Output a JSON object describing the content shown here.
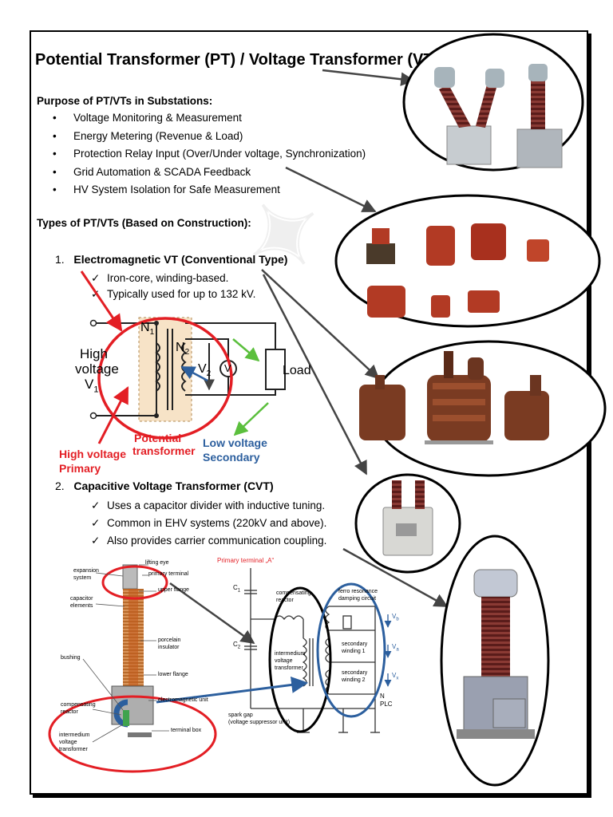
{
  "title": "Potential Transformer (PT) / Voltage Transformer (VT):",
  "purpose": {
    "heading": "Purpose of PT/VTs in Substations:",
    "items": [
      "Voltage Monitoring & Measurement",
      "Energy Metering (Revenue & Load)",
      "Protection Relay Input (Over/Under voltage, Synchronization)",
      "Grid Automation & SCADA Feedback",
      "HV System Isolation for Safe Measurement"
    ]
  },
  "types": {
    "heading": "Types of PT/VTs (Based on Construction):",
    "em": {
      "num": "1.",
      "title": "Electromagnetic VT (Conventional Type)",
      "points": [
        "Iron-core, winding-based.",
        "Typically used for up to 132 kV."
      ]
    },
    "cvt": {
      "num": "2.",
      "title": "Capacitive Voltage Transformer (CVT)",
      "points": [
        "Uses a capacitor divider with inductive tuning.",
        "Common in EHV systems (220kV and above).",
        "Also provides carrier communication coupling."
      ]
    }
  },
  "circuit": {
    "high": "High",
    "voltage": "voltage",
    "v1": "V",
    "v1_sub": "1",
    "n1": "N",
    "n1_sub": "1",
    "n2": "N",
    "n2_sub": "2",
    "v2": "V",
    "v2_sub": "2",
    "meter": "V",
    "load": "Load",
    "ann_primary_1": "High voltage",
    "ann_primary_2": "Primary",
    "ann_pt_1": "Potential",
    "ann_pt_2": "transformer",
    "ann_secondary_1": "Low voltage",
    "ann_secondary_2": "Secondary"
  },
  "cvt_diagram": {
    "lifting_eye": "lifting eye",
    "primary_terminal": "primary terminal",
    "expansion_1": "expansion",
    "expansion_2": "system",
    "capacitor_1": "capacitor",
    "capacitor_2": "elements",
    "upper_flange": "upper flange",
    "porcelain_1": "porcelain",
    "porcelain_2": "insulator",
    "bushing": "bushing",
    "lower_flange": "lower flange",
    "comp_1": "compensating",
    "comp_2": "reactor",
    "em_unit": "electromagnetic unit",
    "interm_1": "intermedium",
    "interm_2": "voltage",
    "interm_3": "transformer",
    "terminal_box": "terminal box"
  },
  "schematic": {
    "primary": "Primary terminal „A“",
    "c1": "C",
    "c1_sub": "1",
    "c2": "C",
    "c2_sub": "2",
    "comp_1": "compensating",
    "comp_2": "reactor",
    "ferro_1": "ferro resonance",
    "ferro_2": "damping circuit",
    "interm_1": "intermedium",
    "interm_2": "voltage",
    "interm_3": "transformer",
    "sec1_1": "secondary",
    "sec1_2": "winding 1",
    "sec2_1": "secondary",
    "sec2_2": "winding 2",
    "vb": "V",
    "vb_sub": "b",
    "va": "V",
    "va_sub": "a",
    "vx": "V",
    "vx_sub": "x",
    "n": "N",
    "plc": "PLC",
    "spark_1": "spark gap",
    "spark_2": "(voltage suppressor unit)"
  },
  "colors": {
    "red": "#e31e24",
    "blue": "#2c5f9e",
    "green": "#5bbf3d",
    "porcelain": "#6b2320",
    "resin": "#b23a24"
  }
}
